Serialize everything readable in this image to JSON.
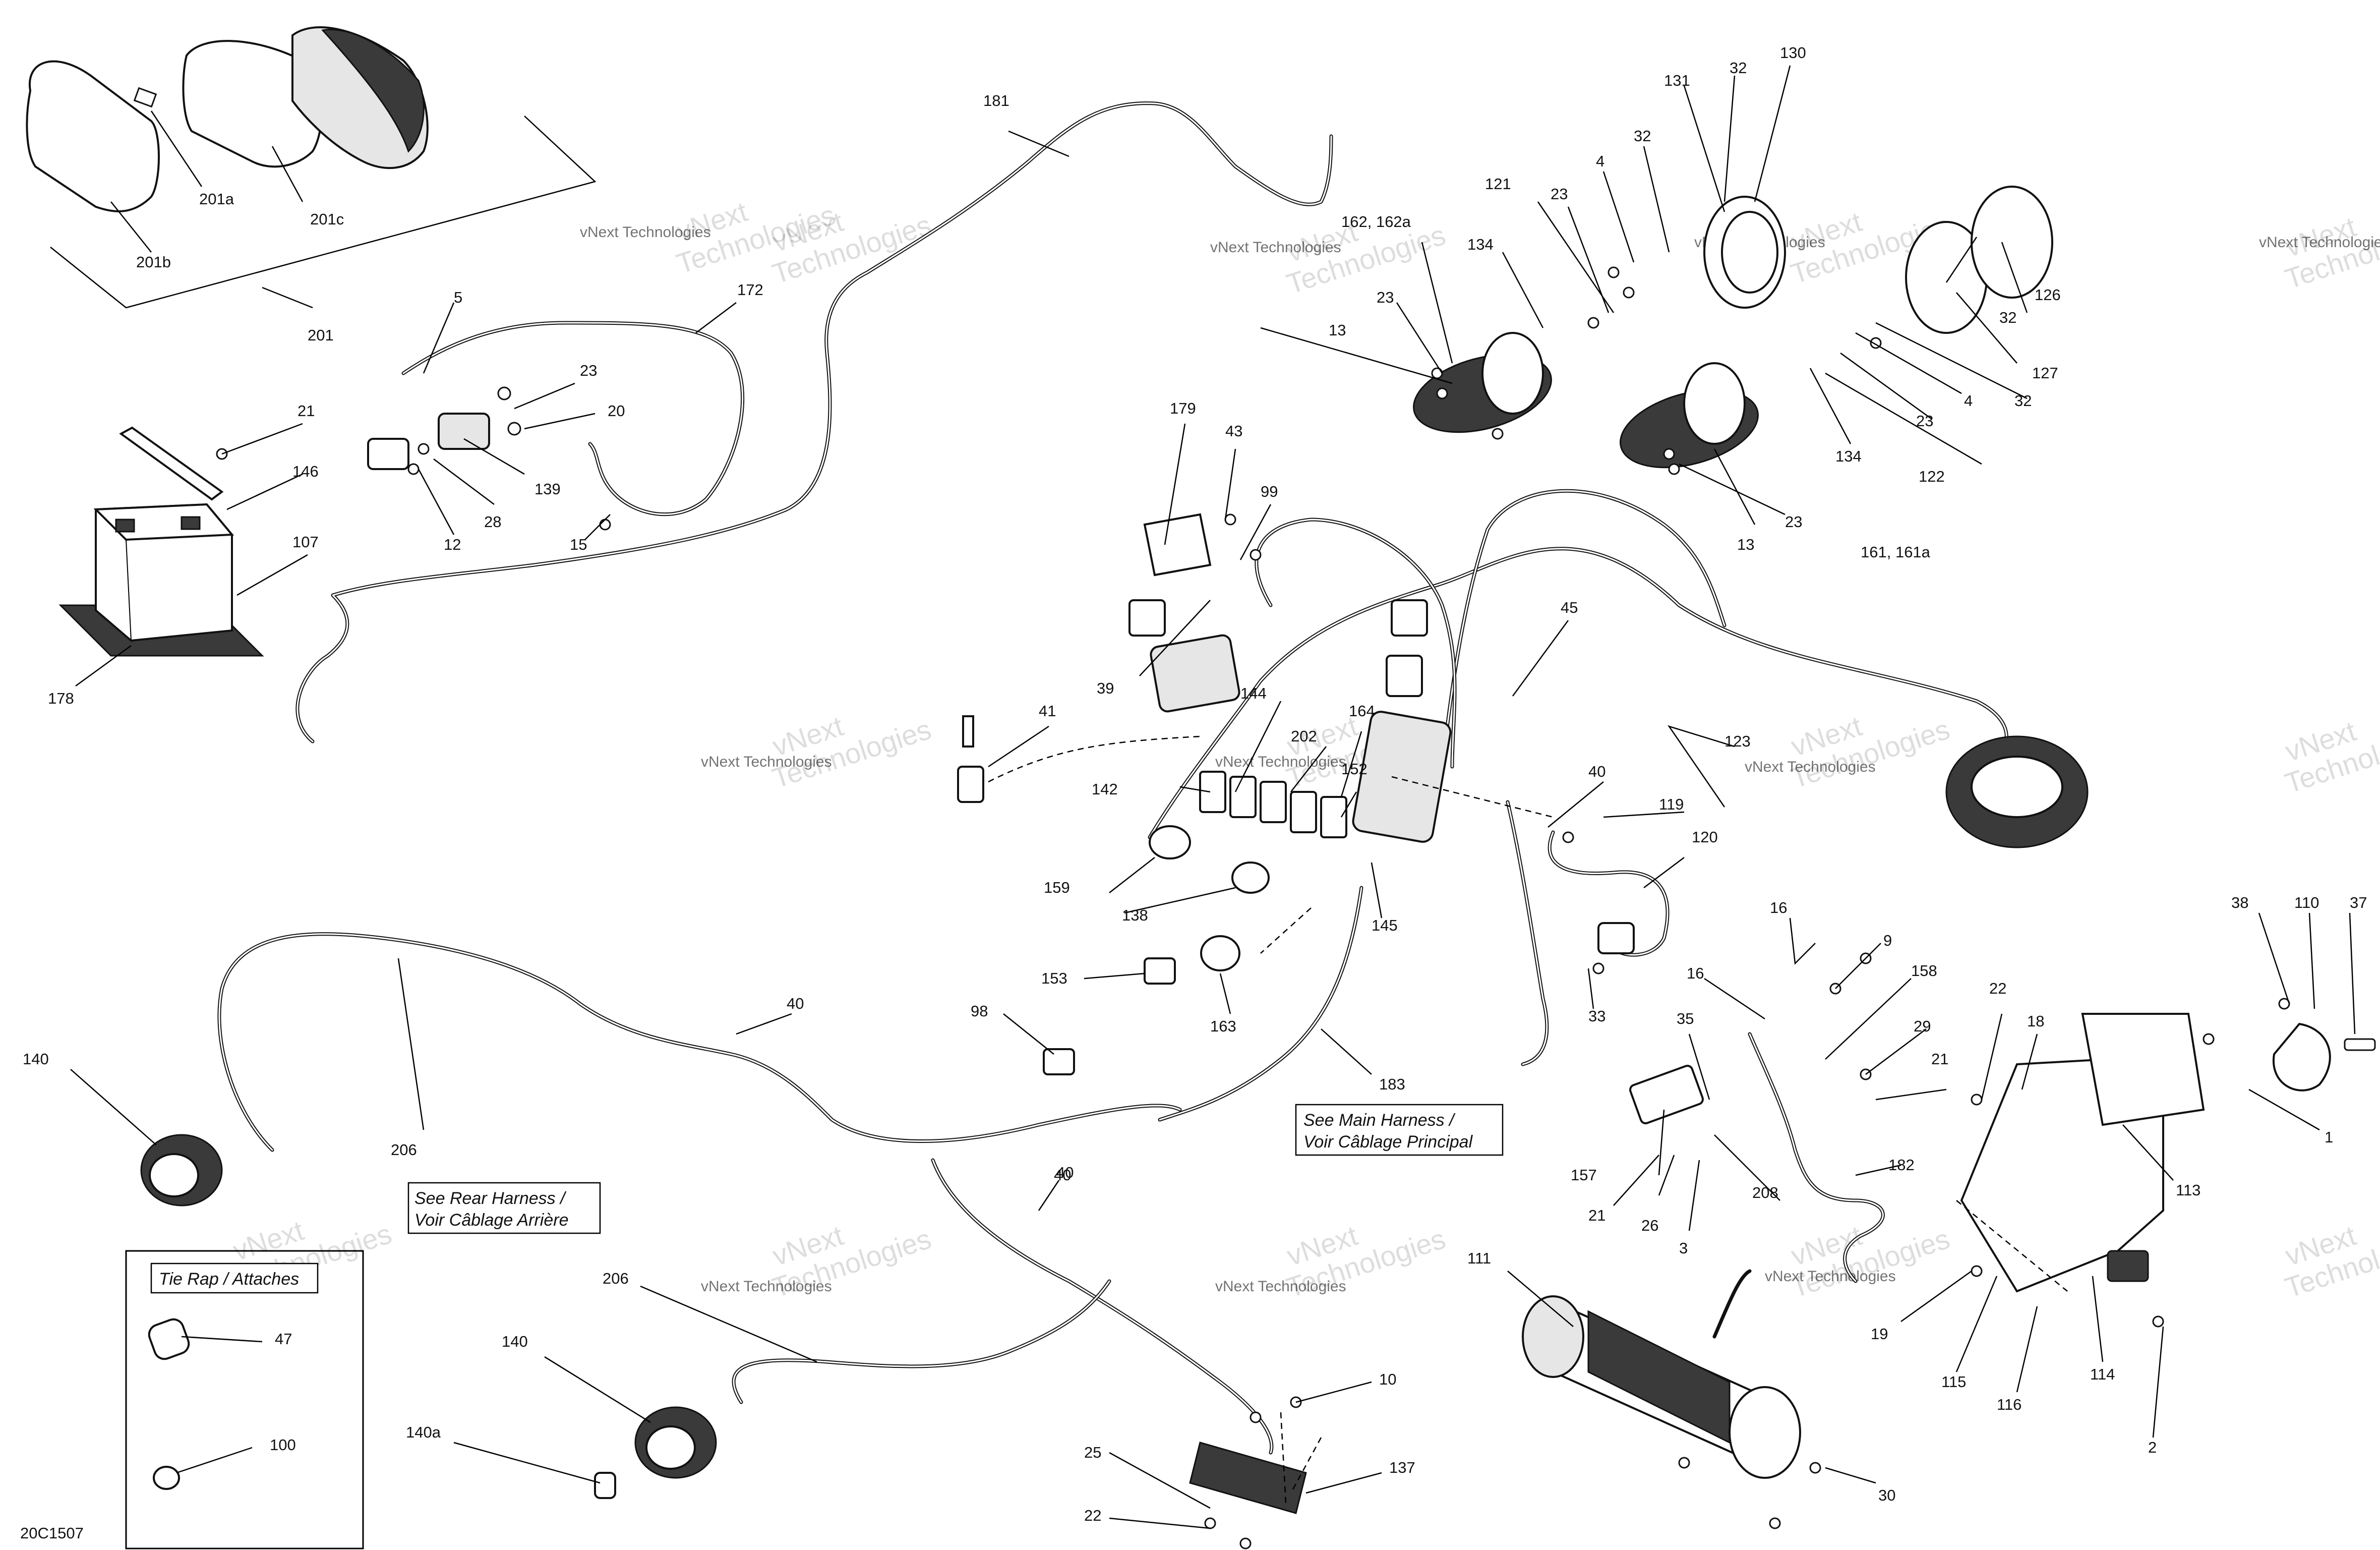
{
  "diagram_code": "20C1507",
  "notes": {
    "main_harness": [
      "See Main Harness /",
      "Voir Câblage Principal"
    ],
    "rear_harness": [
      "See Rear Harness /",
      "Voir Câblage Arrière"
    ],
    "tie_rap": "Tie Rap / Attaches"
  },
  "watermark": {
    "line1": "vNext",
    "line2": "Technologies",
    "caption": "vNext Technologies"
  },
  "callouts": [
    {
      "id": "201a",
      "text": "201a"
    },
    {
      "id": "201c",
      "text": "201c"
    },
    {
      "id": "201b",
      "text": "201b"
    },
    {
      "id": "201",
      "text": "201"
    },
    {
      "id": "181",
      "text": "181"
    },
    {
      "id": "172",
      "text": "172"
    },
    {
      "id": "5",
      "text": "5"
    },
    {
      "id": "23-a",
      "text": "23"
    },
    {
      "id": "20",
      "text": "20"
    },
    {
      "id": "139",
      "text": "139"
    },
    {
      "id": "28",
      "text": "28"
    },
    {
      "id": "12",
      "text": "12"
    },
    {
      "id": "15",
      "text": "15"
    },
    {
      "id": "21-a",
      "text": "21"
    },
    {
      "id": "146",
      "text": "146"
    },
    {
      "id": "107",
      "text": "107"
    },
    {
      "id": "178",
      "text": "178"
    },
    {
      "id": "179",
      "text": "179"
    },
    {
      "id": "43",
      "text": "43"
    },
    {
      "id": "99",
      "text": "99"
    },
    {
      "id": "39",
      "text": "39"
    },
    {
      "id": "41",
      "text": "41"
    },
    {
      "id": "144",
      "text": "144"
    },
    {
      "id": "202",
      "text": "202"
    },
    {
      "id": "164",
      "text": "164"
    },
    {
      "id": "152",
      "text": "152"
    },
    {
      "id": "142",
      "text": "142"
    },
    {
      "id": "159",
      "text": "159"
    },
    {
      "id": "138",
      "text": "138"
    },
    {
      "id": "145",
      "text": "145"
    },
    {
      "id": "163",
      "text": "163"
    },
    {
      "id": "153",
      "text": "153"
    },
    {
      "id": "98",
      "text": "98"
    },
    {
      "id": "183",
      "text": "183"
    },
    {
      "id": "40-a",
      "text": "40"
    },
    {
      "id": "40-b",
      "text": "40"
    },
    {
      "id": "40-c",
      "text": "40"
    },
    {
      "id": "206-a",
      "text": "206"
    },
    {
      "id": "206-b",
      "text": "206"
    },
    {
      "id": "140-a",
      "text": "140"
    },
    {
      "id": "140-b",
      "text": "140"
    },
    {
      "id": "140a",
      "text": "140a"
    },
    {
      "id": "47",
      "text": "47"
    },
    {
      "id": "100",
      "text": "100"
    },
    {
      "id": "10",
      "text": "10"
    },
    {
      "id": "25",
      "text": "25"
    },
    {
      "id": "22-a",
      "text": "22"
    },
    {
      "id": "137",
      "text": "137"
    },
    {
      "id": "162",
      "text": "162, 162a"
    },
    {
      "id": "121",
      "text": "121"
    },
    {
      "id": "23-b",
      "text": "23"
    },
    {
      "id": "4-a",
      "text": "4"
    },
    {
      "id": "32-a",
      "text": "32"
    },
    {
      "id": "131",
      "text": "131"
    },
    {
      "id": "32-b",
      "text": "32"
    },
    {
      "id": "130",
      "text": "130"
    },
    {
      "id": "134-a",
      "text": "134"
    },
    {
      "id": "23-c",
      "text": "23"
    },
    {
      "id": "13-a",
      "text": "13"
    },
    {
      "id": "126",
      "text": "126"
    },
    {
      "id": "32-c",
      "text": "32"
    },
    {
      "id": "127",
      "text": "127"
    },
    {
      "id": "32-d",
      "text": "32"
    },
    {
      "id": "4-b",
      "text": "4"
    },
    {
      "id": "23-d",
      "text": "23"
    },
    {
      "id": "134-b",
      "text": "134"
    },
    {
      "id": "122",
      "text": "122"
    },
    {
      "id": "23-e",
      "text": "23"
    },
    {
      "id": "13-b",
      "text": "13"
    },
    {
      "id": "161",
      "text": "161, 161a"
    },
    {
      "id": "45",
      "text": "45"
    },
    {
      "id": "123",
      "text": "123"
    },
    {
      "id": "40-d",
      "text": "40"
    },
    {
      "id": "119",
      "text": "119"
    },
    {
      "id": "120",
      "text": "120"
    },
    {
      "id": "33",
      "text": "33"
    },
    {
      "id": "16-a",
      "text": "16"
    },
    {
      "id": "9",
      "text": "9"
    },
    {
      "id": "16-b",
      "text": "16"
    },
    {
      "id": "158",
      "text": "158"
    },
    {
      "id": "35",
      "text": "35"
    },
    {
      "id": "29",
      "text": "29"
    },
    {
      "id": "21-b",
      "text": "21"
    },
    {
      "id": "157",
      "text": "157"
    },
    {
      "id": "21-c",
      "text": "21"
    },
    {
      "id": "26",
      "text": "26"
    },
    {
      "id": "3",
      "text": "3"
    },
    {
      "id": "208",
      "text": "208"
    },
    {
      "id": "182",
      "text": "182"
    },
    {
      "id": "111",
      "text": "111"
    },
    {
      "id": "30",
      "text": "30"
    },
    {
      "id": "38",
      "text": "38"
    },
    {
      "id": "110",
      "text": "110"
    },
    {
      "id": "37",
      "text": "37"
    },
    {
      "id": "22-b",
      "text": "22"
    },
    {
      "id": "18",
      "text": "18"
    },
    {
      "id": "1",
      "text": "1"
    },
    {
      "id": "113",
      "text": "113"
    },
    {
      "id": "19",
      "text": "19"
    },
    {
      "id": "115",
      "text": "115"
    },
    {
      "id": "116",
      "text": "116"
    },
    {
      "id": "114",
      "text": "114"
    },
    {
      "id": "2",
      "text": "2"
    }
  ]
}
